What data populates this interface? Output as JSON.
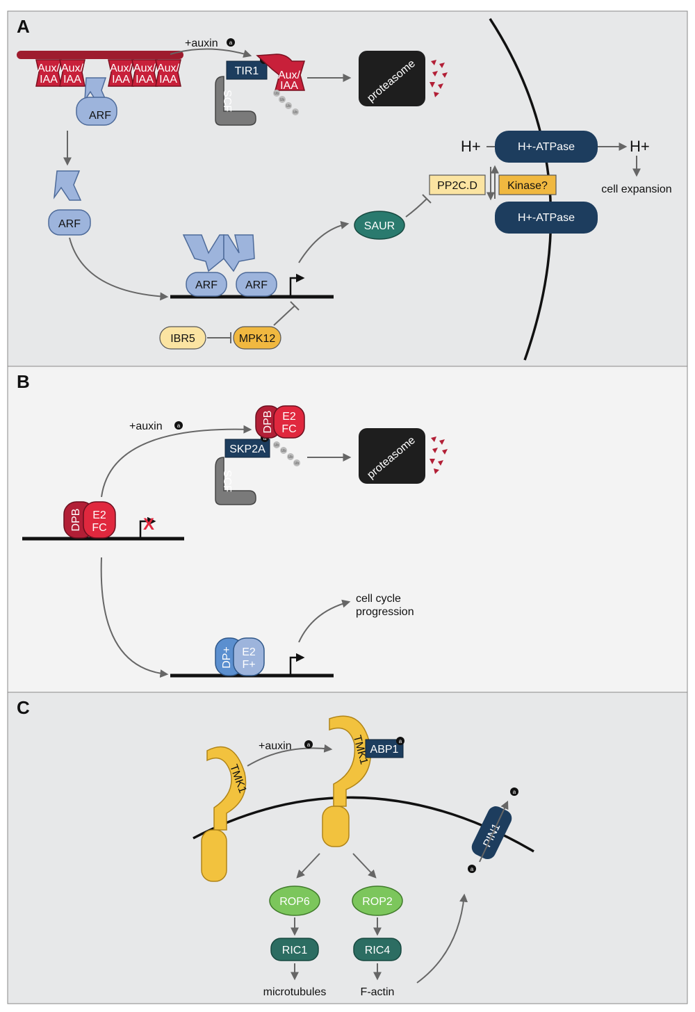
{
  "panels": {
    "a": {
      "letter": "A"
    },
    "b": {
      "letter": "B"
    },
    "c": {
      "letter": "C"
    }
  },
  "colors": {
    "panel_a_bg": "#e7e8e9",
    "panel_b_bg": "#f3f3f3",
    "panel_c_bg": "#e7e8e9",
    "aux_iaa": "#c8203a",
    "arf": "#9db4dc",
    "navy": "#1d3d5e",
    "scf": "#7a7a7a",
    "teal": "#2a7a6e",
    "light_yellow": "#fbe4a2",
    "gold": "#f0b840",
    "green": "#7cc65c",
    "dark_teal": "#2c6d62",
    "tmk_yellow": "#f2c23e",
    "dp_blue": "#5b8fcf",
    "dpb_red": "#b21f36",
    "e2fc_red": "#e0283e"
  },
  "a": {
    "aux_iaa": [
      "Aux/",
      "IAA"
    ],
    "arf": "ARF",
    "auxin_label": "+auxin",
    "auxin_badge": "a",
    "tir1": "TIR1",
    "scf": "SCF",
    "ub": "Ub",
    "proteasome": "proteasome",
    "h_plus": "H+",
    "h_atpase": "H+-ATPase",
    "pp2c": "PP2C.D",
    "kinase": "Kinase?",
    "saur": "SAUR",
    "cell_expansion": "cell expansion",
    "ibr5": "IBR5",
    "mpk12": "MPK12"
  },
  "b": {
    "auxin_label": "+auxin",
    "auxin_badge": "a",
    "dpb": "DPB",
    "e2fc": [
      "E2",
      "FC"
    ],
    "skp2a": "SKP2A",
    "scf": "SCF",
    "ub": "Ub",
    "proteasome": "proteasome",
    "blocked_mark": "X",
    "dp_plus": "DP+",
    "e2f_plus": [
      "E2",
      "F+"
    ],
    "cell_cycle": [
      "cell cycle",
      "progression"
    ]
  },
  "c": {
    "tmk1": "TMK1",
    "auxin_label": "+auxin",
    "auxin_badge": "a",
    "abp1": "ABP1",
    "pin1": "PIN1",
    "rop6": "ROP6",
    "rop2": "ROP2",
    "ric1": "RIC1",
    "ric4": "RIC4",
    "microtubules": "microtubules",
    "factin": "F-actin"
  }
}
